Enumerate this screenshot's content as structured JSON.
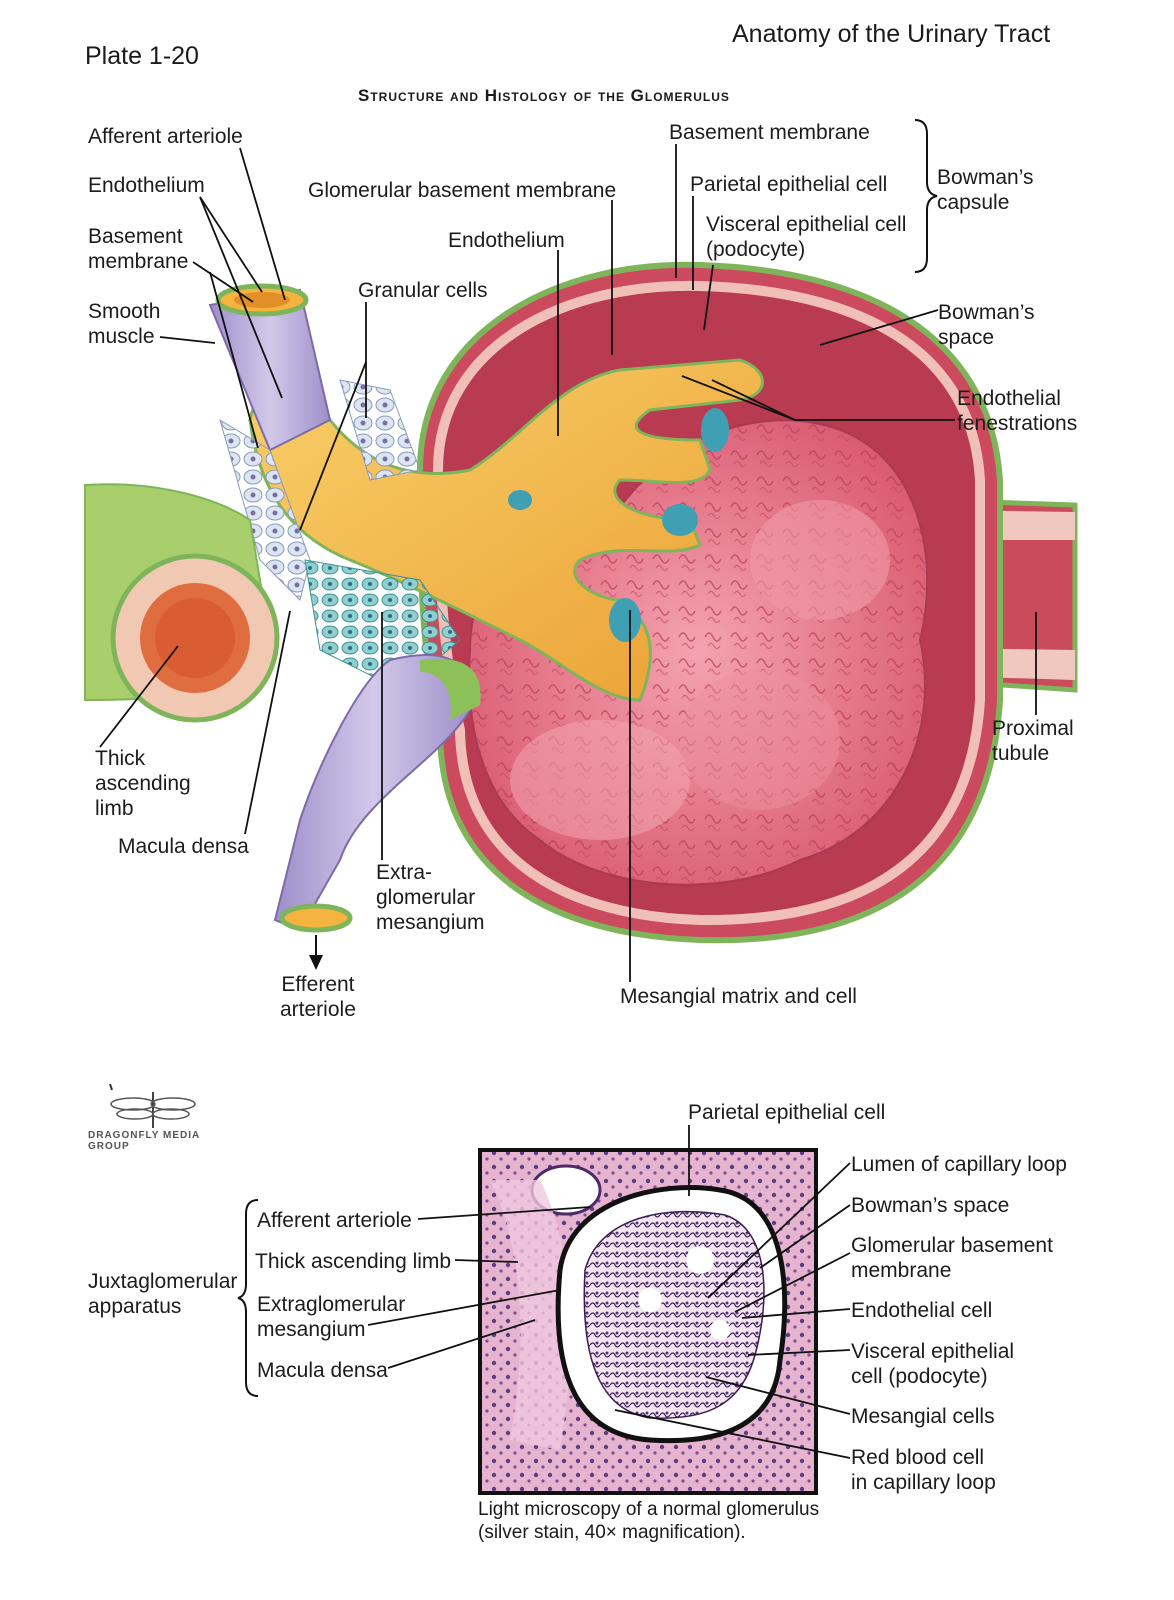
{
  "header": {
    "plate": "Plate 1-20",
    "section": "Anatomy of the Urinary Tract",
    "title": "Structure and Histology of the Glomerulus"
  },
  "diagram_labels": {
    "afferent_arteriole": "Afferent arteriole",
    "endothelium_left": "Endothelium",
    "basement_membrane_left": "Basement\nmembrane",
    "smooth_muscle": "Smooth\nmuscle",
    "granular_cells": "Granular cells",
    "glomerular_basement_membrane": "Glomerular basement membrane",
    "endothelium_center": "Endothelium",
    "basement_membrane_top": "Basement membrane",
    "parietal_epithelial_cell": "Parietal epithelial cell",
    "visceral_epithelial_cell": "Visceral epithelial cell\n(podocyte)",
    "bowmans_capsule": "Bowman’s\ncapsule",
    "bowmans_space": "Bowman’s\nspace",
    "endothelial_fenestrations": "Endothelial\nfenestrations",
    "proximal_tubule": "Proximal\ntubule",
    "thick_ascending_limb": "Thick\nascending\nlimb",
    "macula_densa": "Macula densa",
    "extraglomerular_mesangium": "Extra-\nglomerular\nmesangium",
    "efferent_arteriole": "Efferent\narteriole",
    "mesangial_matrix_and_cell": "Mesangial matrix and cell"
  },
  "micrograph_labels": {
    "parietal_epithelial_cell": "Parietal epithelial cell",
    "lumen_of_capillary_loop": "Lumen of capillary loop",
    "bowmans_space": "Bowman’s space",
    "glomerular_basement_membrane": "Glomerular basement\nmembrane",
    "endothelial_cell": "Endothelial cell",
    "visceral_epithelial_cell": "Visceral epithelial\ncell (podocyte)",
    "mesangial_cells": "Mesangial cells",
    "red_blood_cell": "Red blood cell\nin capillary loop",
    "juxtaglomerular_apparatus": "Juxtaglomerular\napparatus",
    "afferent_arteriole": "Afferent arteriole",
    "thick_ascending_limb": "Thick ascending limb",
    "extraglomerular_mesangium": "Extraglomerular\nmesangium",
    "macula_densa": "Macula densa"
  },
  "caption": "Light microscopy of a normal glomerulus\n(silver stain, 40× magnification).",
  "logo_text": "DRAGONFLY MEDIA GROUP",
  "colors": {
    "capsule_green": "#7fb55a",
    "tuft_pink": "#e8788c",
    "capillary_orange": "#f3b14a",
    "mesangium_teal": "#5fb7b8",
    "arteriole_purple": "#b7a7d6",
    "tubule_pink": "#f0b8a6",
    "micro_pink": "#dba0c0"
  }
}
